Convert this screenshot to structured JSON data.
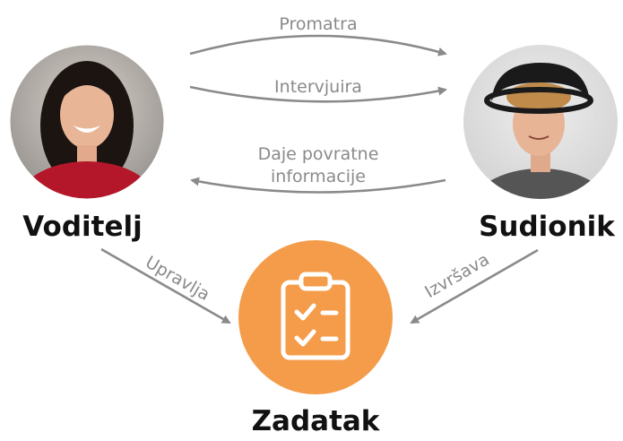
{
  "nodes": {
    "voditelj": {
      "label": "Voditelj",
      "avatar": "woman-portrait"
    },
    "sudionik": {
      "label": "Sudionik",
      "avatar": "man-portrait"
    },
    "zadatak": {
      "label": "Zadatak",
      "icon": "clipboard-checklist-icon"
    }
  },
  "edges": {
    "promatra": "Promatra",
    "intervjuira": "Intervjuira",
    "daje_povratne_line1": "Daje povratne",
    "daje_povratne_line2": "informacije",
    "upravlja": "Upravlja",
    "izvrsava": "Izvršava"
  },
  "colors": {
    "accent": "#F49C4A",
    "arrow": "#8A8A8A",
    "text": "#111111"
  }
}
